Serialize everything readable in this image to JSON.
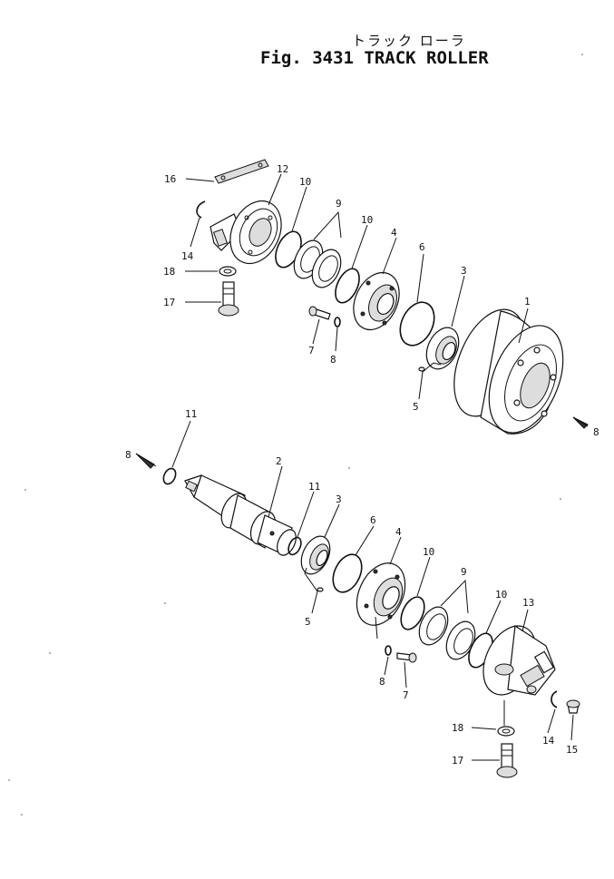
{
  "title": {
    "japanese": "トラック ローラ",
    "english": "Fig. 3431 TRACK ROLLER"
  },
  "callouts": {
    "c1": "1",
    "c2": "2",
    "c3a": "3",
    "c3b": "3",
    "c4a": "4",
    "c4b": "4",
    "c5a": "5",
    "c5b": "5",
    "c6a": "6",
    "c6b": "6",
    "c7a": "7",
    "c7b": "7",
    "c8a": "8",
    "c8b": "8",
    "c8c": "8",
    "c8d": "8",
    "c9a": "9",
    "c9b": "9",
    "c10a": "10",
    "c10b": "10",
    "c10c": "10",
    "c10d": "10",
    "c11a": "11",
    "c11b": "11",
    "c12": "12",
    "c13": "13",
    "c14a": "14",
    "c14b": "14",
    "c15": "15",
    "c16": "16",
    "c17a": "17",
    "c17b": "17",
    "c18a": "18",
    "c18b": "18"
  }
}
